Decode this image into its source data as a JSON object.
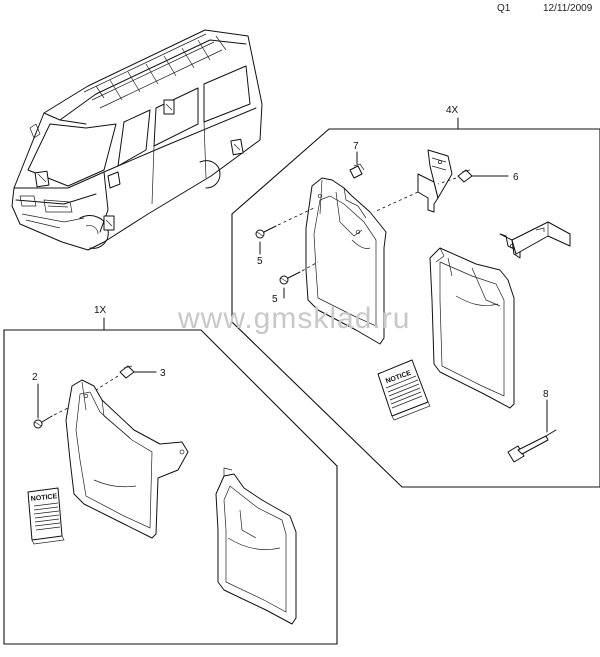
{
  "header": {
    "code": "Q1",
    "date": "12/11/2009"
  },
  "watermark": "www.gmsklad.ru",
  "groups": [
    {
      "qty": "4X"
    },
    {
      "qty": "1X"
    }
  ],
  "callouts": [
    "2",
    "3",
    "5",
    "5",
    "6",
    "7",
    "8"
  ],
  "notice_label": "NOTICE"
}
